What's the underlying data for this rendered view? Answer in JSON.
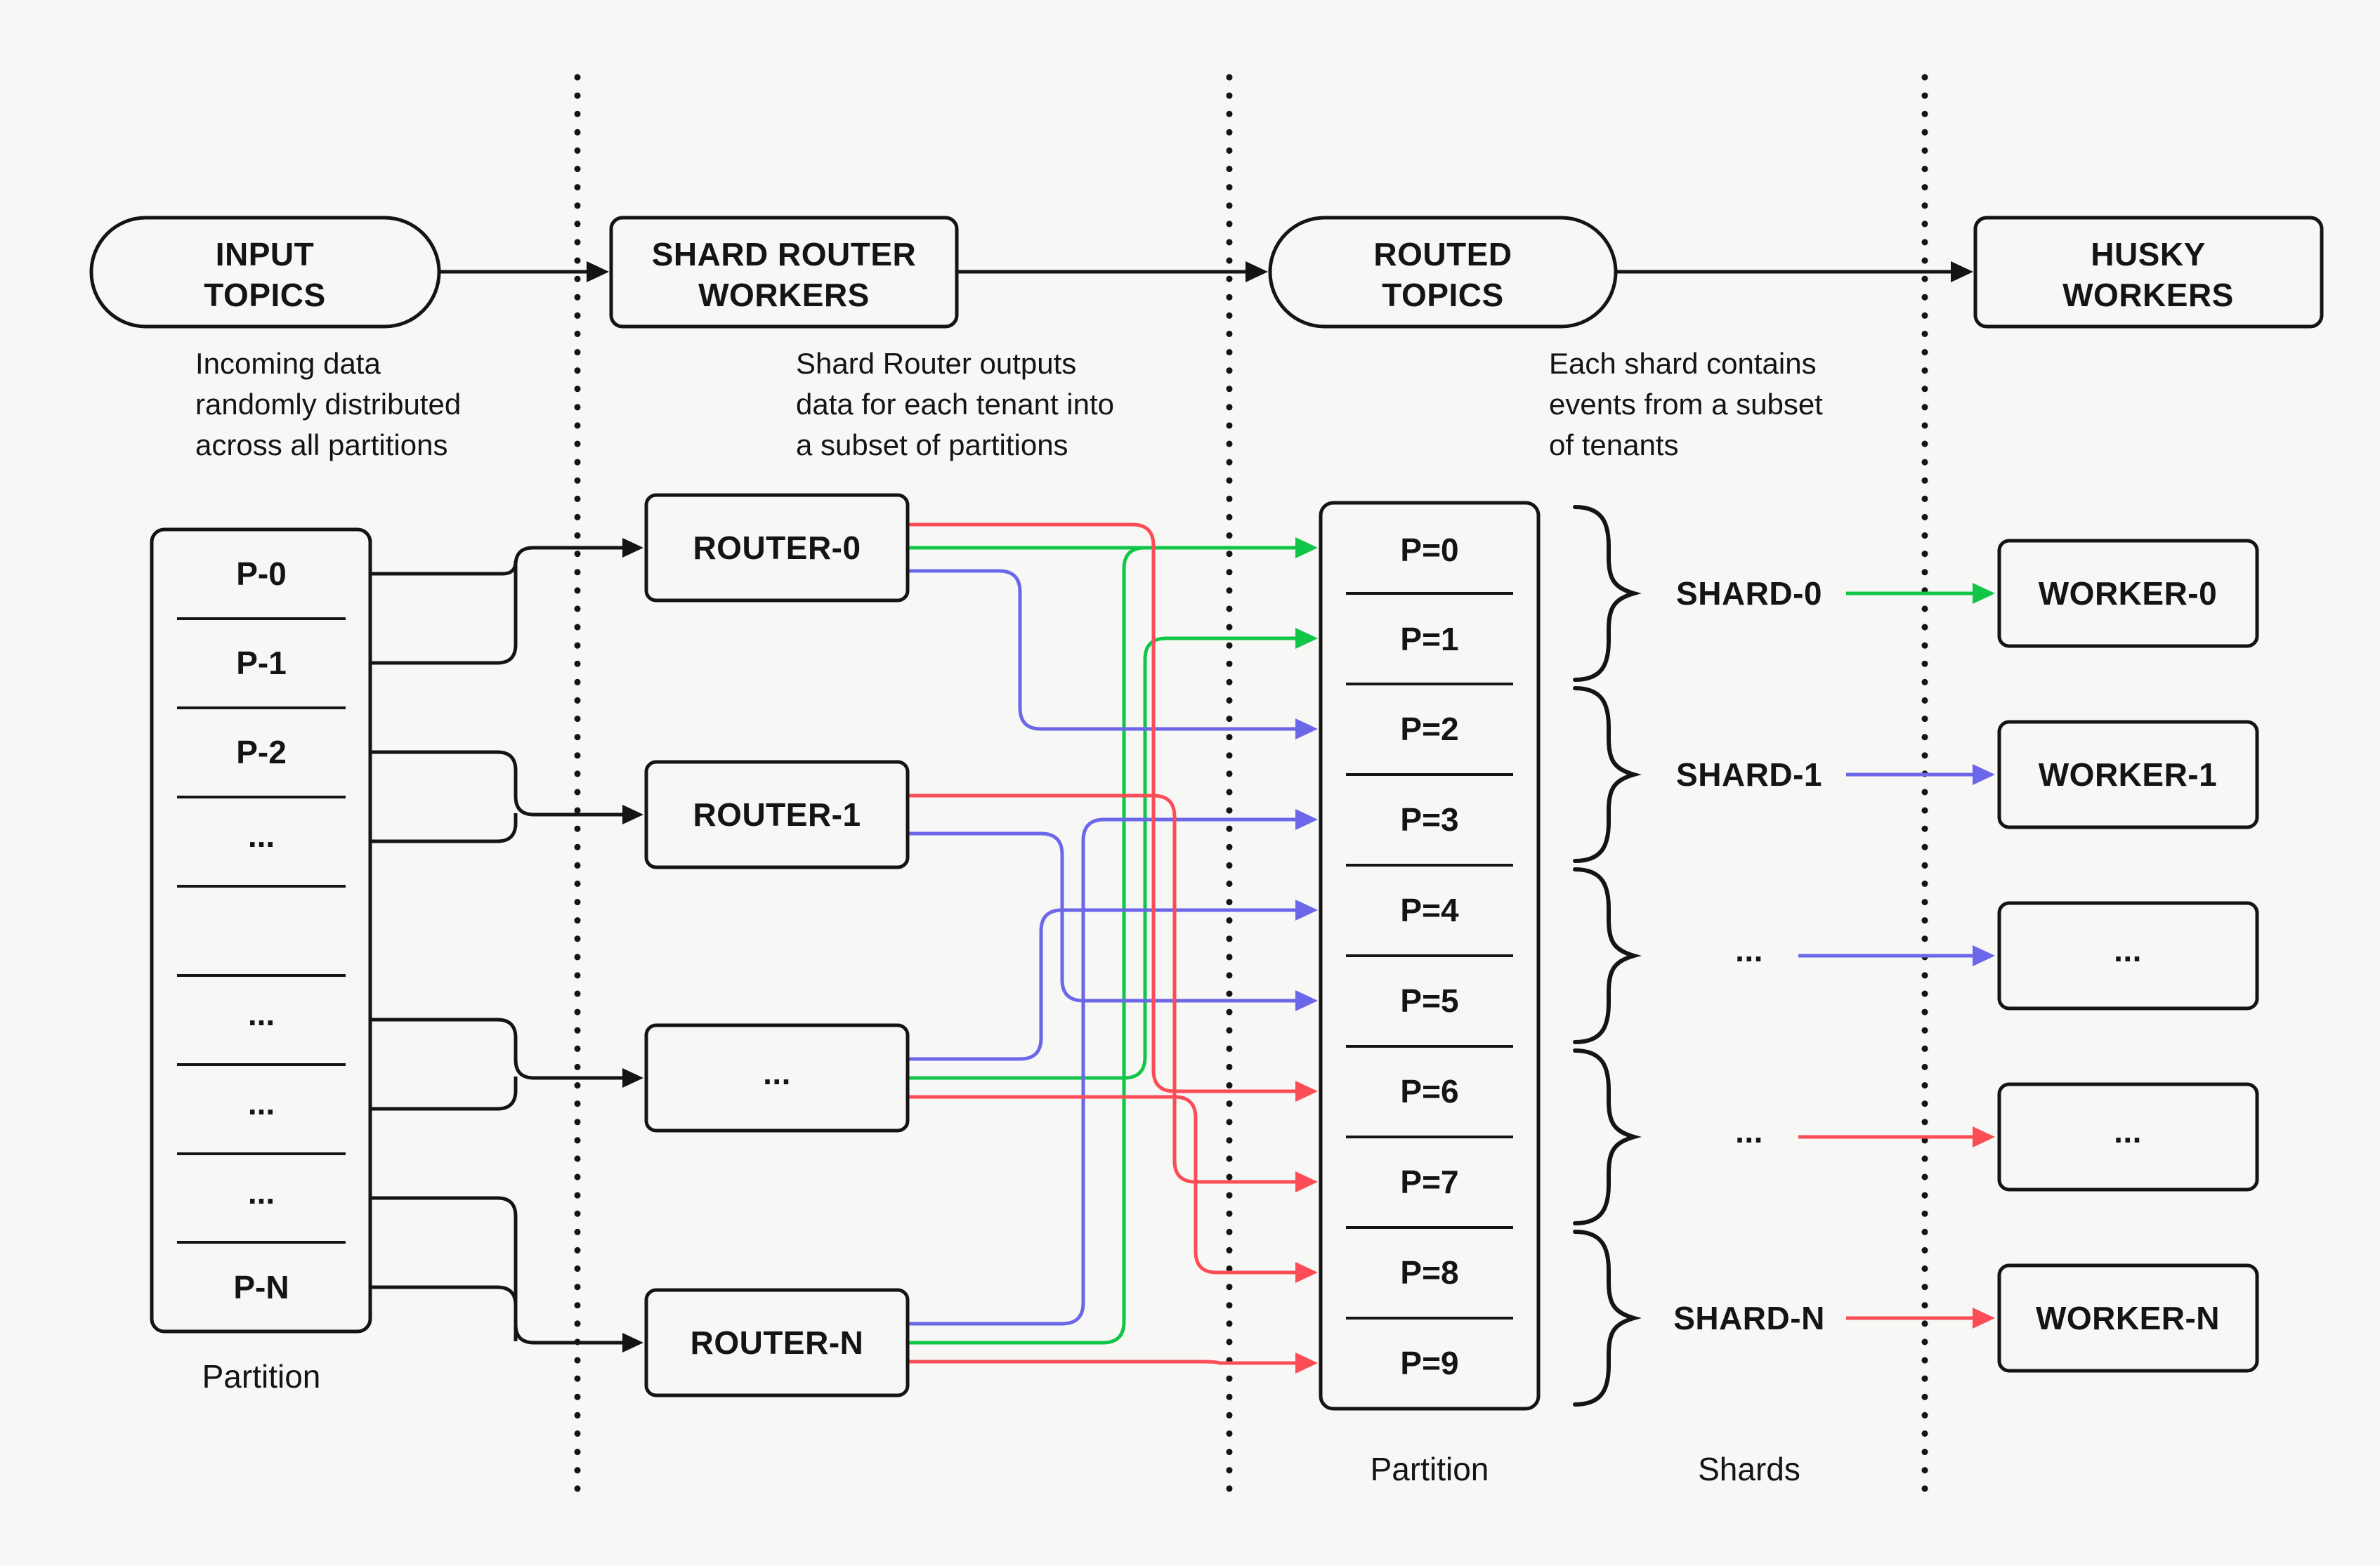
{
  "colors": {
    "green": "#11c647",
    "blue": "#6c67e8",
    "red": "#fa4d56",
    "ink": "#141414",
    "background": "#f7f7f5"
  },
  "header": {
    "input_topics": {
      "line1": "INPUT",
      "line2": "TOPICS"
    },
    "shard_router_workers": {
      "line1": "SHARD ROUTER",
      "line2": "WORKERS"
    },
    "routed_topics": {
      "line1": "ROUTED",
      "line2": "TOPICS"
    },
    "husky_workers": {
      "line1": "HUSKY",
      "line2": "WORKERS"
    }
  },
  "captions": {
    "input": {
      "line1": "Incoming data",
      "line2": "randomly distributed",
      "line3": "across all partitions"
    },
    "router": {
      "line1": "Shard Router outputs",
      "line2": "data for each tenant into",
      "line3": "a subset of partitions"
    },
    "routed": {
      "line1": "Each shard contains",
      "line2": "events from a subset",
      "line3": "of tenants"
    }
  },
  "input_partitions": {
    "rows": [
      "P-0",
      "P-1",
      "P-2",
      "...",
      "",
      "...",
      "...",
      "...",
      "P-N"
    ],
    "label": "Partition"
  },
  "routers": {
    "items": [
      "ROUTER-0",
      "ROUTER-1",
      "...",
      "ROUTER-N"
    ]
  },
  "routed_partitions": {
    "rows": [
      "P=0",
      "P=1",
      "P=2",
      "P=3",
      "P=4",
      "P=5",
      "P=6",
      "P=7",
      "P=8",
      "P=9"
    ],
    "label": "Partition"
  },
  "shards": {
    "items": [
      "SHARD-0",
      "SHARD-1",
      "...",
      "...",
      "SHARD-N"
    ],
    "label": "Shards"
  },
  "workers": {
    "items": [
      "WORKER-0",
      "WORKER-1",
      "...",
      "...",
      "WORKER-N"
    ]
  }
}
